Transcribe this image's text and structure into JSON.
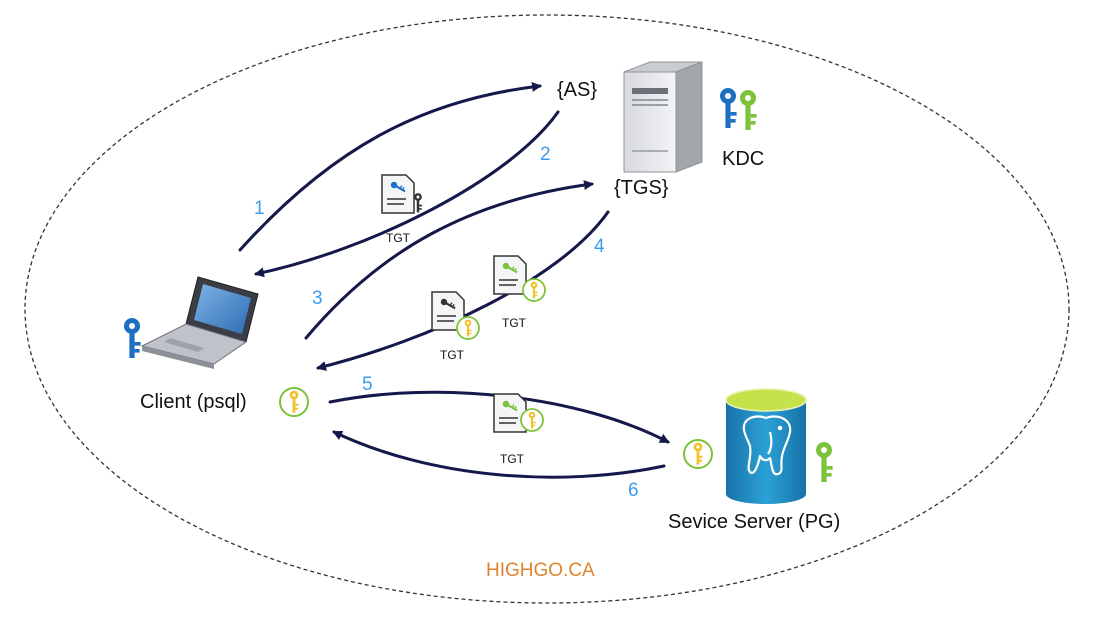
{
  "labels": {
    "as": "{AS}",
    "tgs": "{TGS}",
    "kdc": "KDC",
    "client": "Client (psql)",
    "server": "Sevice Server (PG)",
    "watermark": "HIGHGO.CA"
  },
  "steps": [
    "1",
    "2",
    "3",
    "4",
    "5",
    "6"
  ],
  "ticket_label": "TGT",
  "colors": {
    "arrow": "#15184a",
    "step_number": "#3a9cef",
    "watermark": "#e0832e",
    "key_blue": "#1e6fc2",
    "key_green": "#7cc23a",
    "key_yellow": "#f2c12e",
    "db_teal": "#1f8fc2",
    "db_top": "#b9d83a",
    "ellipse_border": "#333333"
  },
  "icons": {
    "kdc_server": "server-tower-icon",
    "client": "laptop-icon",
    "service_server": "postgresql-database-icon",
    "ticket": "document-key-icon",
    "key": "key-icon"
  }
}
